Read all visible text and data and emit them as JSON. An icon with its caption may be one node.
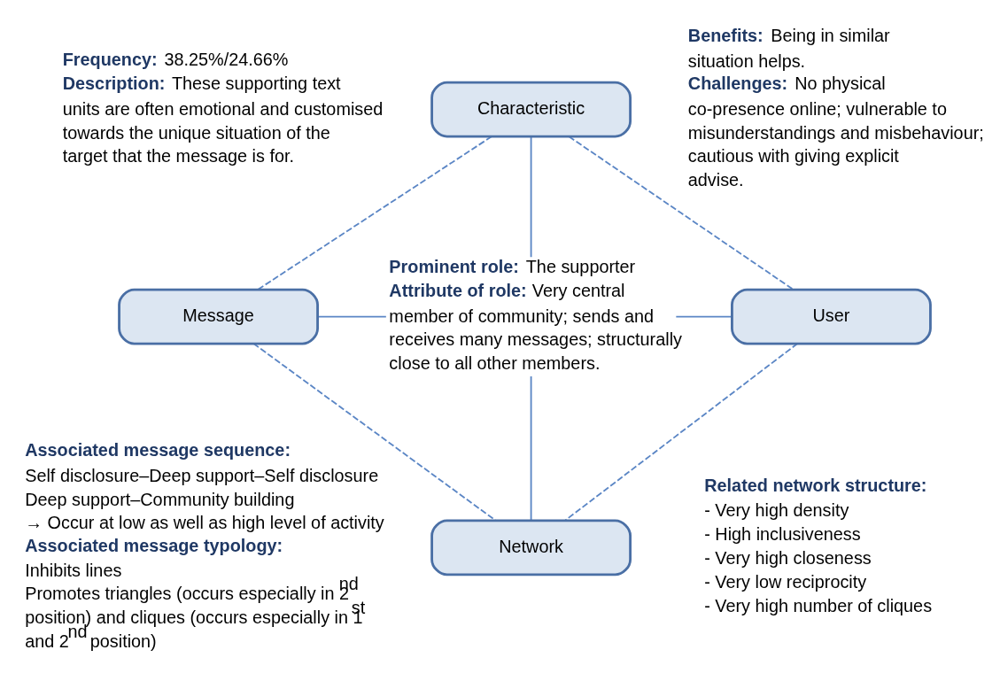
{
  "diagram": {
    "nodes": [
      {
        "text": [
          "Characteristic"
        ]
      },
      {
        "text": [
          "Message"
        ]
      },
      {
        "text": [
          "User"
        ]
      },
      {
        "text": [
          "Network"
        ]
      }
    ],
    "edges": [
      {
        "from": 0,
        "to": 1,
        "arrow": "none",
        "style": "dashed"
      },
      {
        "from": 0,
        "to": 2,
        "arrow": "none",
        "style": "dashed"
      },
      {
        "from": 0,
        "to": 3,
        "arrow": "none"
      },
      {
        "from": 1,
        "to": 2,
        "arrow": "none"
      },
      {
        "from": 1,
        "to": 3,
        "arrow": "none",
        "style": "dashed"
      },
      {
        "from": 2,
        "to": 3,
        "arrow": "none",
        "style": "dashed"
      }
    ],
    "labels": [
      "**Frequency:** 38.25%/24.66%",
      "**Description:** These supporting text units are often emotional and customised towards the unique situation of the target that the message is for.",
      "**Benefits:** Being in similar situation helps.",
      "**Challenges:** No physical co-presence online; vulnerable to misunderstandings and misbehaviour; cautious with giving explicit advise.",
      "**Prominent role:** The supporter",
      "**Attribute of role:** Very central member of community; sends and receives many messages; structurally close to all other members.",
      "Associated message sequence:",
      "Self disclosure–Deep support–Self disclosure",
      "Deep support–Community building",
      "→ Occur at low as well as high level of activity",
      "Associated message typology:",
      "Inhibits lines",
      "Promotes triangles (occurs especially in 2$^{nd}$ position) and cliques (occurs especially in 1$^{st}$ and 2$^{nd}$ position)",
      "Related network structure:",
      "- Very high density",
      "- High inclusiveness",
      "- Very high closeness",
      "- Very low reciprocity",
      "- Very high number of cliques"
    ]
  }
}
